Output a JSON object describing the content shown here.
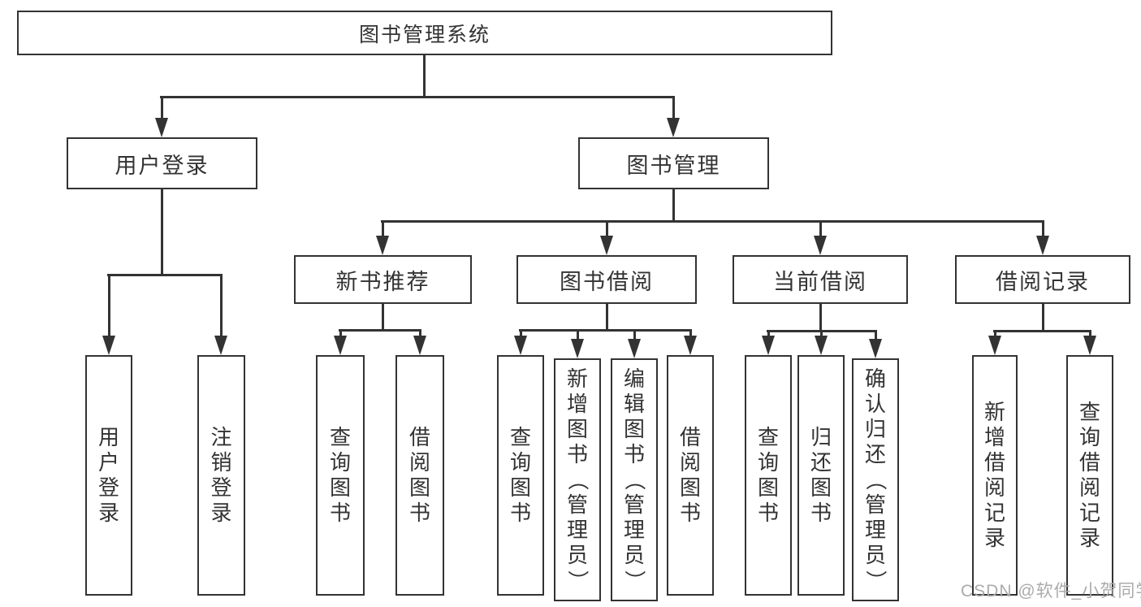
{
  "diagram": {
    "root_label": "图书管理系统",
    "level1": {
      "user_login": "用户登录",
      "book_management": "图书管理"
    },
    "level2": {
      "new_book_recommendation": "新书推荐",
      "book_borrowing": "图书借阅",
      "current_borrowing": "当前借阅",
      "borrowing_records": "借阅记录"
    },
    "level3": {
      "under_user_login": [
        "用户登录",
        "注销登录"
      ],
      "under_new_book_recommendation": [
        "查询图书",
        "借阅图书"
      ],
      "under_book_borrowing": [
        "查询图书",
        "新增图书（管理员）",
        "编辑图书（管理员）",
        "借阅图书"
      ],
      "under_current_borrowing": [
        "查询图书",
        "归还图书",
        "确认归还（管理员）"
      ],
      "under_borrowing_records": [
        "新增借阅记录",
        "查询借阅记录"
      ]
    },
    "watermark": "CSDN @软件_小贺同学",
    "colors": {
      "line": "#333333",
      "box_background": "#ffffff",
      "text": "#333333",
      "watermark": "#ababab"
    }
  }
}
